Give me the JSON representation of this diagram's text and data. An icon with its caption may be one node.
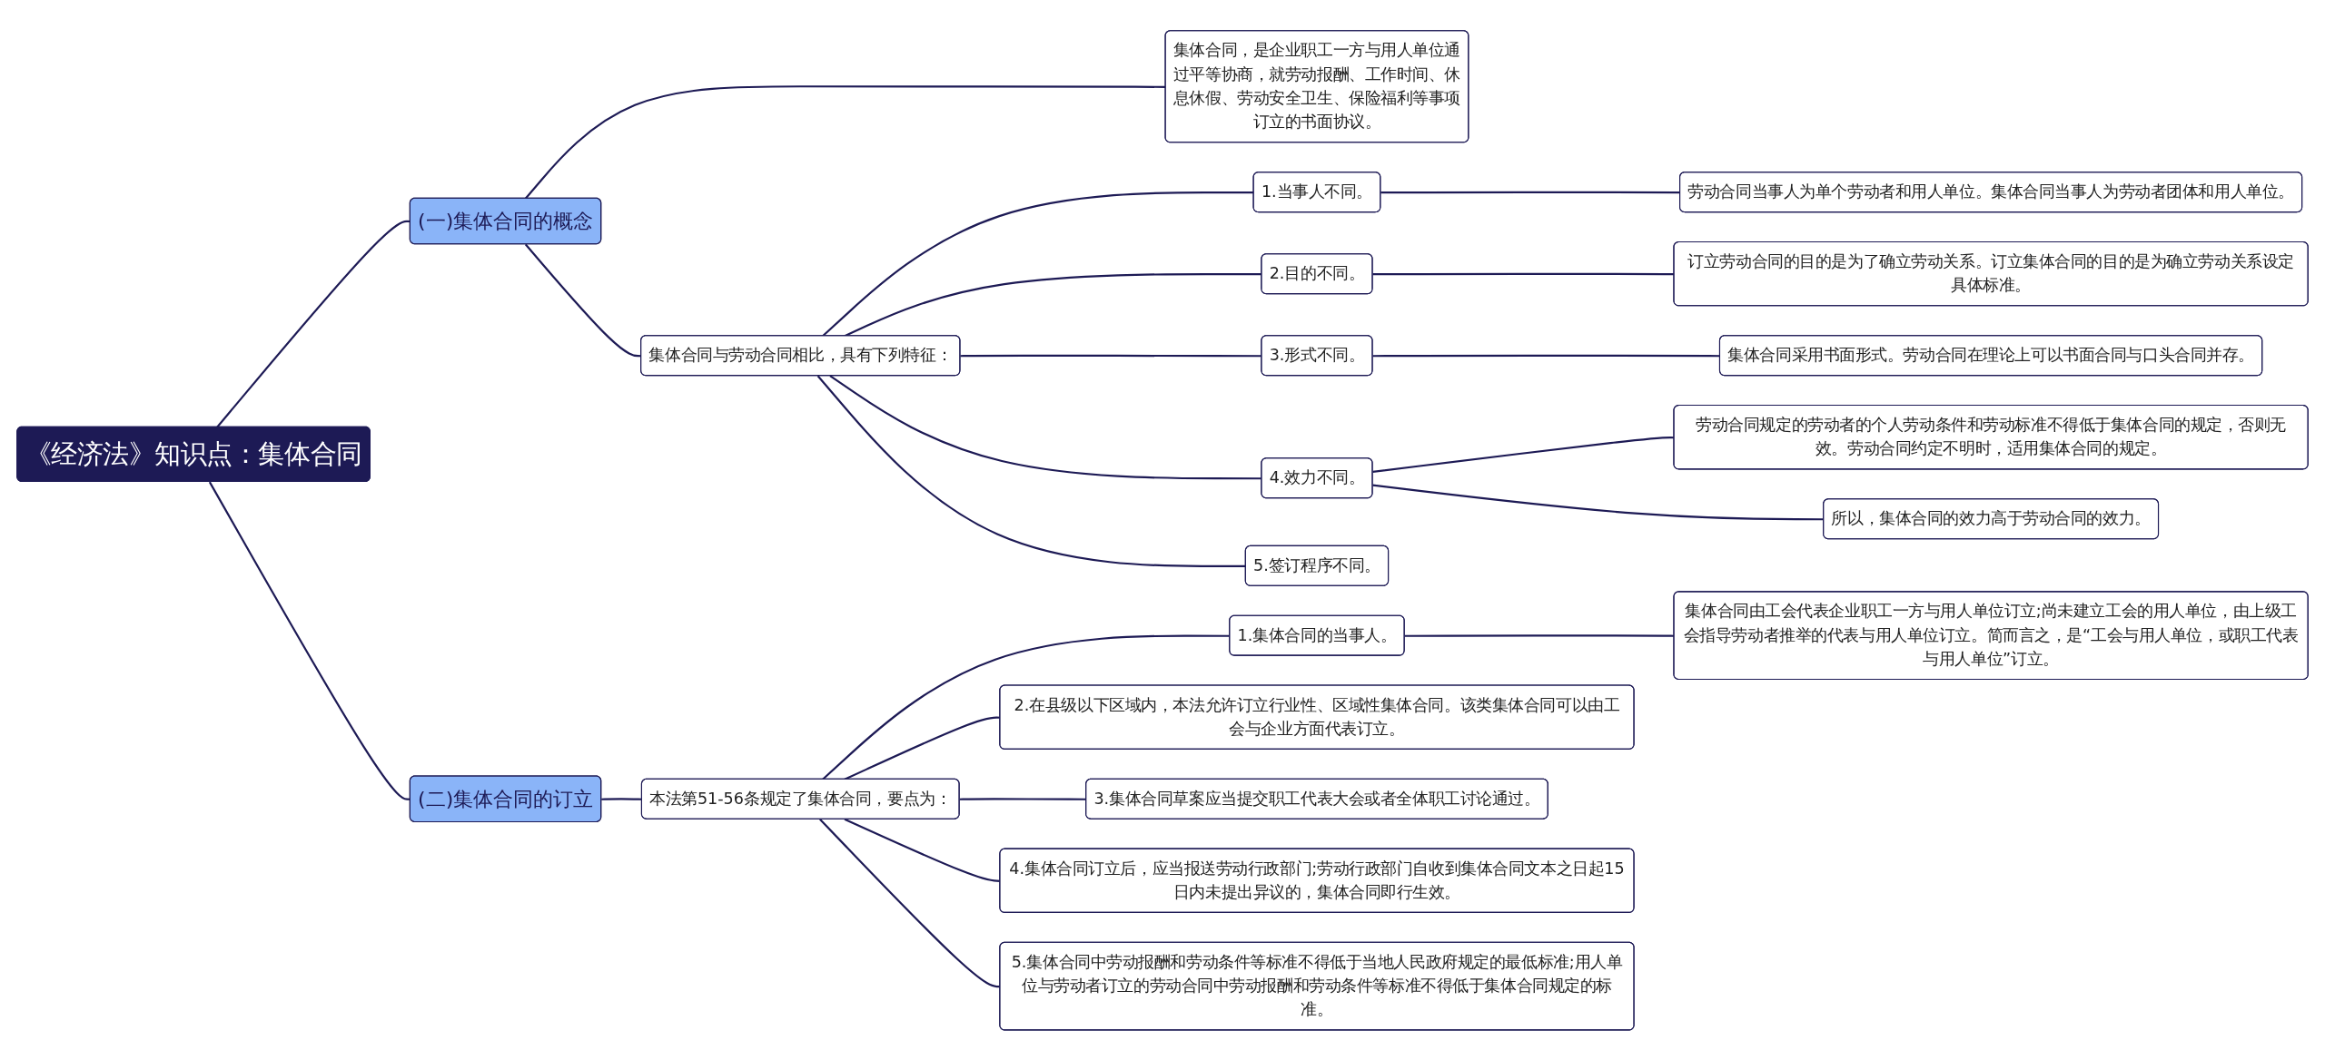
{
  "diagram": {
    "nodes": [
      {
        "text": [
          "《经济法》知识点：集体合同"
        ]
      },
      {
        "text": [
          "(一)集体合同的概念"
        ]
      },
      {
        "text": [
          "集体合同，是企业职工一方与用人单位通过平等协商，就劳动报酬、工作时间、休息休假、劳动安全卫生、保险福利等事项订立的书面协议。"
        ]
      },
      {
        "text": [
          "集体合同与劳动合同相比，具有下列特征："
        ]
      },
      {
        "text": [
          "1.当事人不同。"
        ]
      },
      {
        "text": [
          "劳动合同当事人为单个劳动者和用人单位。集体合同当事人为劳动者团体和用人单位。"
        ]
      },
      {
        "text": [
          "2.目的不同。"
        ]
      },
      {
        "text": [
          "订立劳动合同的目的是为了确立劳动关系。订立集体合同的目的是为确立劳动关系设定具体标准。"
        ]
      },
      {
        "text": [
          "3.形式不同。"
        ]
      },
      {
        "text": [
          "集体合同采用书面形式。劳动合同在理论上可以书面合同与口头合同并存。"
        ]
      },
      {
        "text": [
          "4.效力不同。"
        ]
      },
      {
        "text": [
          "劳动合同规定的劳动者的个人劳动条件和劳动标准不得低于集体合同的规定，否则无效。劳动合同约定不明时，适用集体合同的规定。"
        ]
      },
      {
        "text": [
          "所以，集体合同的效力高于劳动合同的效力。"
        ]
      },
      {
        "text": [
          "5.签订程序不同。"
        ]
      },
      {
        "text": [
          "(二)集体合同的订立"
        ]
      },
      {
        "text": [
          "本法第51-56条规定了集体合同，要点为："
        ]
      },
      {
        "text": [
          "1.集体合同的当事人。"
        ]
      },
      {
        "text": [
          "集体合同由工会代表企业职工一方与用人单位订立;尚未建立工会的用人单位，由上级工会指导劳动者推举的代表与用人单位订立。简而言之，是“工会与用人单位，或职工代表与用人单位”订立。"
        ]
      },
      {
        "text": [
          "2.在县级以下区域内，本法允许订立行业性、区域性集体合同。该类集体合同可以由工会与企业方面代表订立。"
        ]
      },
      {
        "text": [
          "3.集体合同草案应当提交职工代表大会或者全体职工讨论通过。"
        ]
      },
      {
        "text": [
          "4.集体合同订立后，应当报送劳动行政部门;劳动行政部门自收到集体合同文本之日起15日内未提出异议的，集体合同即行生效。"
        ]
      },
      {
        "text": [
          "5.集体合同中劳动报酬和劳动条件等标准不得低于当地人民政府规定的最低标准;用人单位与劳动者订立的劳动合同中劳动报酬和劳动条件等标准不得低于集体合同规定的标准。"
        ]
      }
    ],
    "edges": [
      {
        "from": 0,
        "to": 1,
        "arrow": "none"
      },
      {
        "from": 1,
        "to": 2,
        "arrow": "none"
      },
      {
        "from": 1,
        "to": 3,
        "arrow": "none"
      },
      {
        "from": 3,
        "to": 4,
        "arrow": "none"
      },
      {
        "from": 4,
        "to": 5,
        "arrow": "none"
      },
      {
        "from": 3,
        "to": 6,
        "arrow": "none"
      },
      {
        "from": 6,
        "to": 7,
        "arrow": "none"
      },
      {
        "from": 3,
        "to": 8,
        "arrow": "none"
      },
      {
        "from": 8,
        "to": 9,
        "arrow": "none"
      },
      {
        "from": 3,
        "to": 10,
        "arrow": "none"
      },
      {
        "from": 10,
        "to": 11,
        "arrow": "none"
      },
      {
        "from": 10,
        "to": 12,
        "arrow": "none"
      },
      {
        "from": 3,
        "to": 13,
        "arrow": "none"
      },
      {
        "from": 0,
        "to": 14,
        "arrow": "none"
      },
      {
        "from": 14,
        "to": 15,
        "arrow": "none"
      },
      {
        "from": 15,
        "to": 16,
        "arrow": "none"
      },
      {
        "from": 16,
        "to": 17,
        "arrow": "none"
      },
      {
        "from": 15,
        "to": 18,
        "arrow": "none"
      },
      {
        "from": 15,
        "to": 19,
        "arrow": "none"
      },
      {
        "from": 15,
        "to": 20,
        "arrow": "none"
      },
      {
        "from": 15,
        "to": 21,
        "arrow": "none"
      }
    ]
  }
}
